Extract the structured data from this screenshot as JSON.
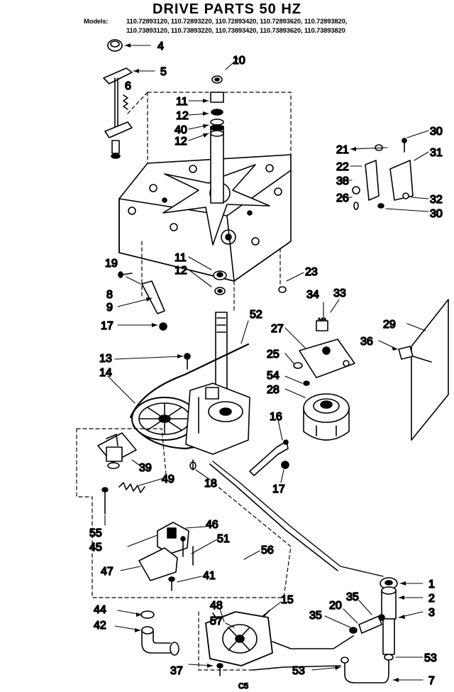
{
  "title": "DRIVE PARTS 50 HZ",
  "models_label": "Models:",
  "models_line1": "110.72893120, 110.72893220, 110.72893420, 110.72893620, 110.72893820,",
  "models_line2": "110.73893120, 110.73893220, 110.73893420, 110.73893620, 110.73893820",
  "footer_code": "C5",
  "part_numbers": {
    "p1": "1",
    "p2": "2",
    "p3": "3",
    "p4": "4",
    "p5": "5",
    "p6": "6",
    "p7": "7",
    "p8": "8",
    "p9": "9",
    "p10": "10",
    "p11a": "11",
    "p11b": "11",
    "p12a": "12",
    "p12b": "12",
    "p12c": "12",
    "p13": "13",
    "p14": "14",
    "p15": "15",
    "p16": "16",
    "p17a": "17",
    "p17b": "17",
    "p18": "18",
    "p19": "19",
    "p20": "20",
    "p21": "21",
    "p22": "22",
    "p23": "23",
    "p25": "25",
    "p26": "26",
    "p27": "27",
    "p28": "28",
    "p29": "29",
    "p30a": "30",
    "p30b": "30",
    "p31": "31",
    "p32": "32",
    "p33": "33",
    "p34": "34",
    "p35a": "35",
    "p35b": "35",
    "p36": "36",
    "p37": "37",
    "p38": "38",
    "p39": "39",
    "p40": "40",
    "p41": "41",
    "p42": "42",
    "p44": "44",
    "p45": "45",
    "p46": "46",
    "p47": "47",
    "p48": "48",
    "p49": "49",
    "p51": "51",
    "p52": "52",
    "p53a": "53",
    "p53b": "53",
    "p54": "54",
    "p55": "55",
    "p56": "56",
    "p57": "57"
  }
}
